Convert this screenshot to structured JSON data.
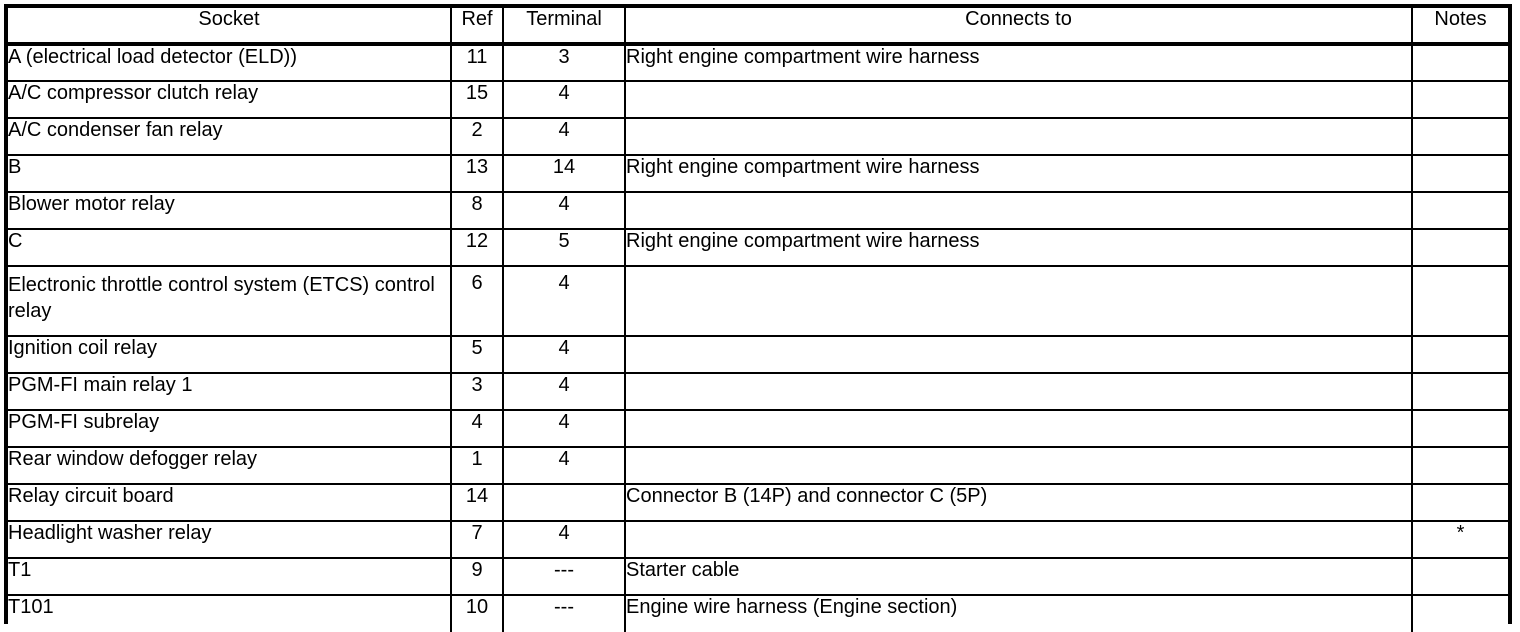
{
  "table": {
    "columns": [
      {
        "key": "socket",
        "label": "Socket"
      },
      {
        "key": "ref",
        "label": "Ref"
      },
      {
        "key": "terminal",
        "label": "Terminal"
      },
      {
        "key": "connects",
        "label": "Connects to"
      },
      {
        "key": "notes",
        "label": "Notes"
      }
    ],
    "rows": [
      {
        "socket": "A (electrical load detector (ELD))",
        "ref": "11",
        "terminal": "3",
        "connects": "Right engine compartment wire harness",
        "notes": ""
      },
      {
        "socket": "A/C compressor clutch relay",
        "ref": "15",
        "terminal": "4",
        "connects": "",
        "notes": ""
      },
      {
        "socket": "A/C condenser fan relay",
        "ref": "2",
        "terminal": "4",
        "connects": "",
        "notes": ""
      },
      {
        "socket": "B",
        "ref": "13",
        "terminal": "14",
        "connects": "Right engine compartment wire harness",
        "notes": ""
      },
      {
        "socket": "Blower motor relay",
        "ref": "8",
        "terminal": "4",
        "connects": "",
        "notes": ""
      },
      {
        "socket": "C",
        "ref": "12",
        "terminal": "5",
        "connects": "Right engine compartment wire harness",
        "notes": ""
      },
      {
        "socket": "Electronic throttle control system (ETCS) control relay",
        "ref": "6",
        "terminal": "4",
        "connects": "",
        "notes": "",
        "tall": true
      },
      {
        "socket": "Ignition coil relay",
        "ref": "5",
        "terminal": "4",
        "connects": "",
        "notes": ""
      },
      {
        "socket": "PGM-FI main relay 1",
        "ref": "3",
        "terminal": "4",
        "connects": "",
        "notes": ""
      },
      {
        "socket": "PGM-FI subrelay",
        "ref": "4",
        "terminal": "4",
        "connects": "",
        "notes": ""
      },
      {
        "socket": "Rear window defogger relay",
        "ref": "1",
        "terminal": "4",
        "connects": "",
        "notes": ""
      },
      {
        "socket": "Relay circuit board",
        "ref": "14",
        "terminal": "",
        "connects": "Connector B (14P) and connector C (5P)",
        "notes": ""
      },
      {
        "socket": "Headlight washer relay",
        "ref": "7",
        "terminal": "4",
        "connects": "",
        "notes": "*"
      },
      {
        "socket": "T1",
        "ref": "9",
        "terminal": "---",
        "connects": "Starter cable",
        "notes": ""
      },
      {
        "socket": "T101",
        "ref": "10",
        "terminal": "---",
        "connects": "Engine wire harness (Engine section)",
        "notes": ""
      }
    ]
  },
  "colors": {
    "border": "#000000",
    "text": "#000000",
    "background": "#ffffff"
  }
}
